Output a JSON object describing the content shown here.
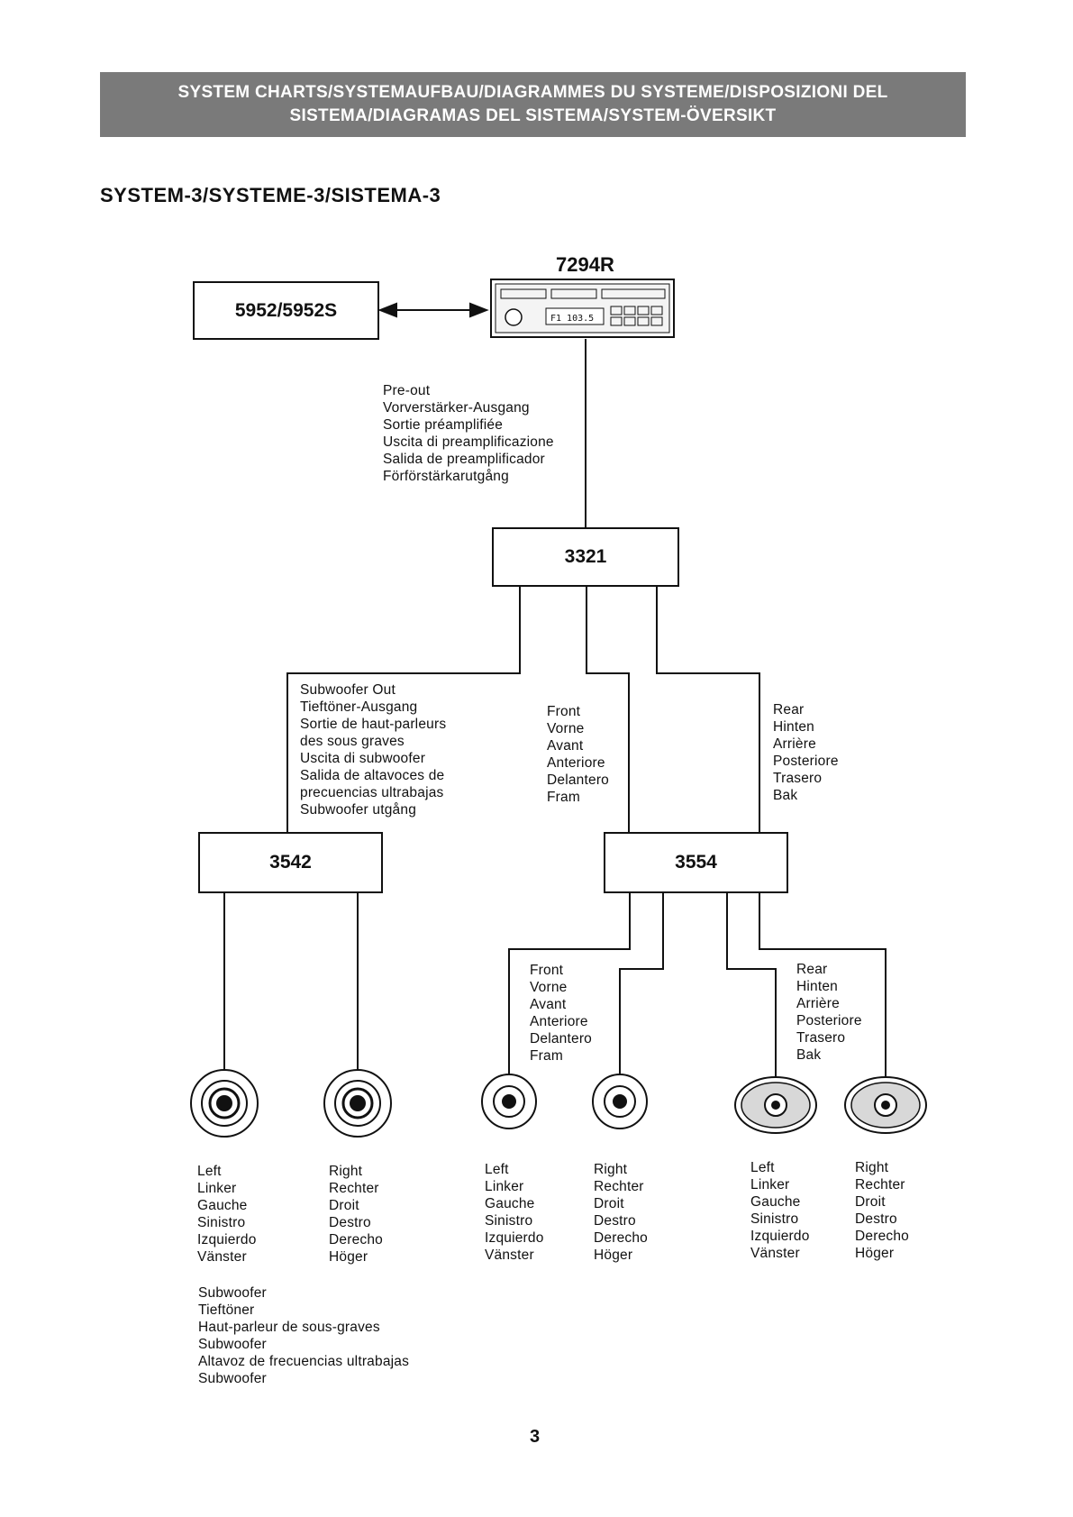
{
  "header": {
    "line1": "SYSTEM CHARTS/SYSTEMAUFBAU/DIAGRAMMES DU SYSTEME/DISPOSIZIONI DEL",
    "line2": "SISTEMA/DIAGRAMAS DEL SISTEMA/SYSTEM-ÖVERSIKT"
  },
  "section_title": "SYSTEM-3/SYSTEME-3/SISTEMA-3",
  "head_unit": {
    "model": "7294R",
    "display": "F1 103.5"
  },
  "boxes": {
    "changer": "5952/5952S",
    "amp_main": "3321",
    "amp_sub": "3542",
    "amp_fr": "3554"
  },
  "labels": {
    "preout": [
      "Pre-out",
      "Vorverstärker-Ausgang",
      "Sortie préamplifiée",
      "Uscita di preamplificazione",
      "Salida de preamplificador",
      "Förförstärkarutgång"
    ],
    "subwoofer_out": [
      "Subwoofer Out",
      "Tieftöner-Ausgang",
      "Sortie de haut-parleurs",
      "des sous graves",
      "Uscita di subwoofer",
      "Salida de altavoces de",
      "precuencias ultrabajas",
      "Subwoofer utgång"
    ],
    "front_1": [
      "Front",
      "Vorne",
      "Avant",
      "Anteriore",
      "Delantero",
      "Fram"
    ],
    "rear_1": [
      "Rear",
      "Hinten",
      "Arrière",
      "Posteriore",
      "Trasero",
      "Bak"
    ],
    "front_2": [
      "Front",
      "Vorne",
      "Avant",
      "Anteriore",
      "Delantero",
      "Fram"
    ],
    "rear_2": [
      "Rear",
      "Hinten",
      "Arrière",
      "Posteriore",
      "Trasero",
      "Bak"
    ]
  },
  "speakers": [
    {
      "type": "round-large",
      "side": [
        "Left",
        "Linker",
        "Gauche",
        "Sinistro",
        "Izquierdo",
        "Vänster"
      ]
    },
    {
      "type": "round-large",
      "side": [
        "Right",
        "Rechter",
        "Droit",
        "Destro",
        "Derecho",
        "Höger"
      ]
    },
    {
      "type": "round-small",
      "side": [
        "Left",
        "Linker",
        "Gauche",
        "Sinistro",
        "Izquierdo",
        "Vänster"
      ]
    },
    {
      "type": "round-small",
      "side": [
        "Right",
        "Rechter",
        "Droit",
        "Destro",
        "Derecho",
        "Höger"
      ]
    },
    {
      "type": "oval",
      "side": [
        "Left",
        "Linker",
        "Gauche",
        "Sinistro",
        "Izquierdo",
        "Vänster"
      ]
    },
    {
      "type": "oval",
      "side": [
        "Right",
        "Rechter",
        "Droit",
        "Destro",
        "Derecho",
        "Höger"
      ]
    }
  ],
  "subwoofer_caption": [
    "Subwoofer",
    "Tieftöner",
    "Haut-parleur de sous-graves",
    "Subwoofer",
    "Altavoz de frecuencias ultrabajas",
    "Subwoofer"
  ],
  "page_number": "3"
}
